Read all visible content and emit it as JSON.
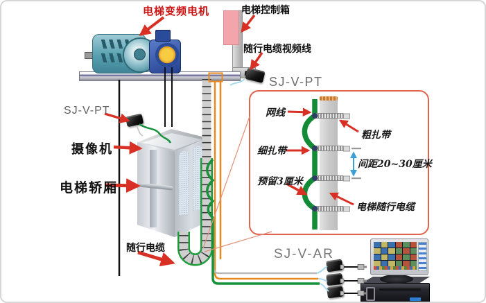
{
  "labels": {
    "motor_label": "电梯变频电机",
    "control_box_label": "电梯控制箱",
    "video_line_label": "随行电缆视频线",
    "sj_v_pt_top": "SJ-V-PT",
    "sj_v_pt_car": "SJ-V-PT",
    "camera_label": "摄像机",
    "car_label": "电梯轿厢",
    "traveling_cable_label": "随行电缆",
    "sj_v_ar": "SJ-V-AR"
  },
  "detail_panel": {
    "net_cable_label": "网线",
    "thick_tie_label": "粗扎带",
    "thin_tie_label": "细扎带",
    "spacing_label": "间距20~30厘米",
    "reserve_label": "预留3厘米",
    "cable_label": "电梯随行电缆"
  },
  "colors": {
    "label_red": "#cc1111",
    "arrow_red": "#d93025",
    "panel_border": "#e0614c",
    "cable_green": "#17923a",
    "cable_orange": "#e8891e",
    "control_box_pink": "#f2a6ab",
    "spacing_arrow_blue": "#3a9fd6",
    "device_text_gray": "#6e6e6e"
  }
}
